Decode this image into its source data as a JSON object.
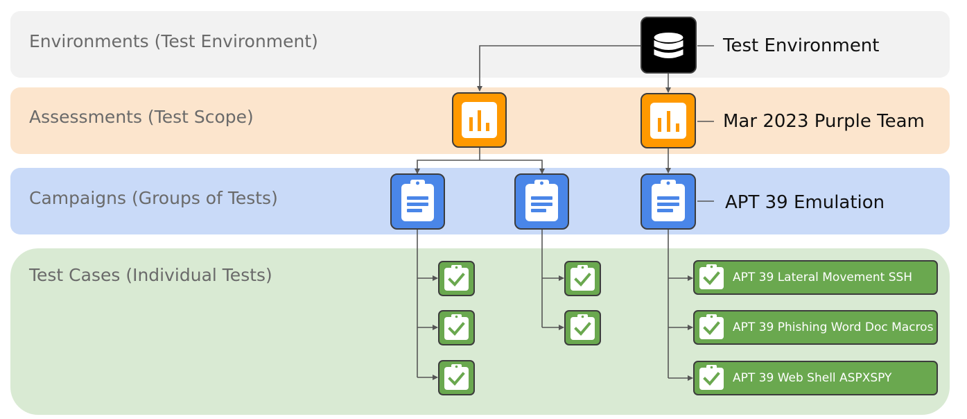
{
  "colors": {
    "environments_band": "#f2f2f2",
    "assessments_band": "#fce5cd",
    "campaigns_band": "#c9daf8",
    "testcases_band": "#d9ead3",
    "database": "#000000",
    "assessment": "#ff9900",
    "campaign": "#4a86e8",
    "testcase": "#6aa84f",
    "line": "#555555"
  },
  "layers": {
    "environments": "Environments (Test Environment)",
    "assessments": "Assessments (Test Scope)",
    "campaigns": "Campaigns (Groups of Tests)",
    "test_cases": "Test Cases (Individual Tests)"
  },
  "example": {
    "environment": "Test Environment",
    "assessment": "Mar 2023 Purple Team",
    "campaign": "APT 39 Emulation",
    "test_cases": [
      "APT 39 Lateral Movement SSH",
      "APT 39 Phishing Word Doc Macros",
      "APT 39 Web Shell ASPXSPY"
    ]
  },
  "icons": {
    "environment": "database-icon",
    "assessment": "bar-chart-icon",
    "campaign": "clipboard-list-icon",
    "test_case": "clipboard-check-icon"
  }
}
